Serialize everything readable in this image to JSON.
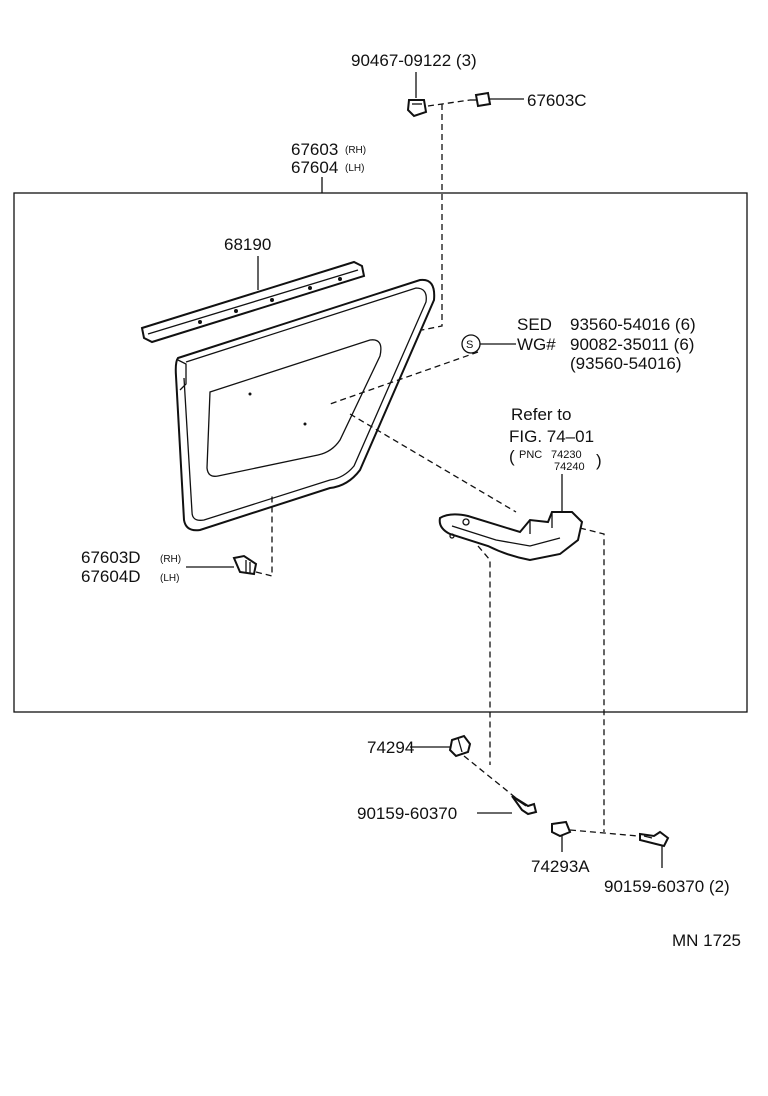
{
  "diagram": {
    "code": "MN 1725",
    "labels": {
      "screw_top": "90467-09122 (3)",
      "clip_c": "67603C",
      "panel_rh": "67603",
      "panel_lh": "67604",
      "rh": "(RH)",
      "lh": "(LH)",
      "weatherstrip": "68190",
      "sed": "SED",
      "sed_part": "93560-54016 (6)",
      "wg": "WG#",
      "wg_part": "90082-35011 (6)",
      "wg_alt": "(93560-54016)",
      "s_symbol": "S",
      "refer_to": "Refer to",
      "fig_ref": "FIG. 74–01",
      "pnc_prefix": "PNC",
      "pnc_1": "74230",
      "pnc_2": "74240",
      "clip_d_rh": "67603D",
      "clip_d_lh": "67604D",
      "cap": "74294",
      "screw_mid": "90159-60370",
      "cap_a": "74293A",
      "screw_bottom": "90159-60370 (2)"
    }
  }
}
